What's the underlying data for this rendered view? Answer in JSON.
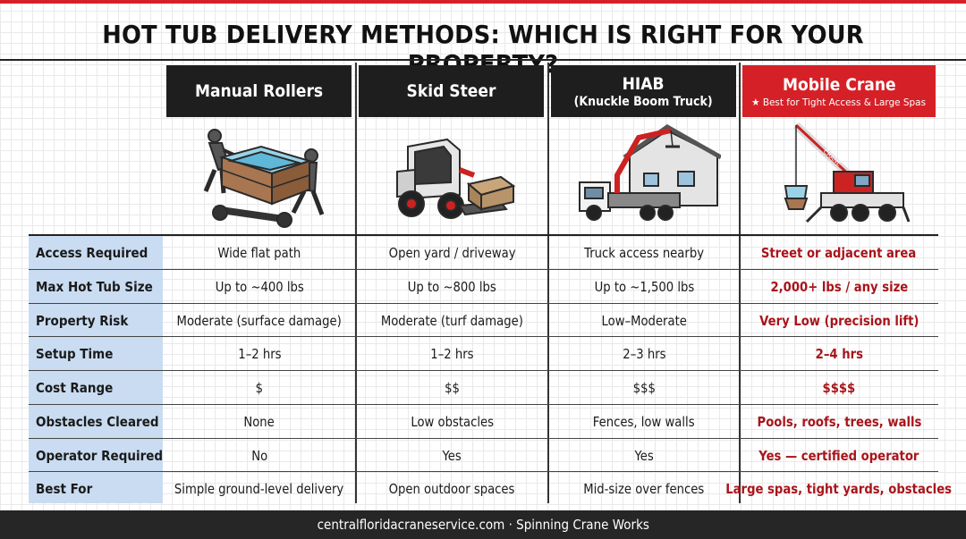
{
  "title": "HOT TUB DELIVERY METHODS: WHICH IS RIGHT FOR YOUR PROPERTY?",
  "columns": [
    {
      "name": "Manual Rollers",
      "subtitle": "",
      "illustration": "workers-rolling-hot-tub-icon"
    },
    {
      "name": "Skid Steer",
      "subtitle": "",
      "illustration": "skid-steer-icon"
    },
    {
      "name": "HIAB",
      "subtitle": "(Knuckle Boom Truck)",
      "illustration": "knuckle-boom-truck-icon"
    },
    {
      "name": "Mobile Crane",
      "subtitle": "★ Best for Tight Access & Large Spas",
      "illustration": "mobile-crane-icon",
      "highlight": true
    }
  ],
  "rows": [
    {
      "label": "Access Required",
      "values": [
        "Wide flat path",
        "Open yard / driveway",
        "Truck access nearby",
        "Street or adjacent area"
      ]
    },
    {
      "label": "Max Hot Tub Size",
      "values": [
        "Up to ~400 lbs",
        "Up to ~800 lbs",
        "Up to ~1,500 lbs",
        "2,000+ lbs / any size"
      ]
    },
    {
      "label": "Property Risk",
      "values": [
        "Moderate (surface damage)",
        "Moderate (turf damage)",
        "Low–Moderate",
        "Very Low (precision lift)"
      ]
    },
    {
      "label": "Setup Time",
      "values": [
        "1–2 hrs",
        "1–2 hrs",
        "2–3 hrs",
        "2–4 hrs"
      ]
    },
    {
      "label": "Cost Range",
      "values": [
        "$",
        "$$",
        "$$$",
        "$$$$"
      ]
    },
    {
      "label": "Obstacles Cleared",
      "values": [
        "None",
        "Low obstacles",
        "Fences, low walls",
        "Pools, roofs, trees, walls"
      ]
    },
    {
      "label": "Operator Required",
      "values": [
        "No",
        "Yes",
        "Yes",
        "Yes — certified operator"
      ]
    },
    {
      "label": "Best For",
      "values": [
        "Simple ground-level delivery",
        "Open outdoor spaces",
        "Mid-size over fences",
        "Large spas, tight yards, obstacles"
      ]
    }
  ],
  "crane_boom_label": "CRANE",
  "footer": "centralfloridacraneservice.com · Spinning Crane Works",
  "colors": {
    "accent": "#d62027",
    "highlight_text": "#a8141b",
    "header_dark": "#1e1e1e",
    "label_column": "#c9dcf1"
  }
}
